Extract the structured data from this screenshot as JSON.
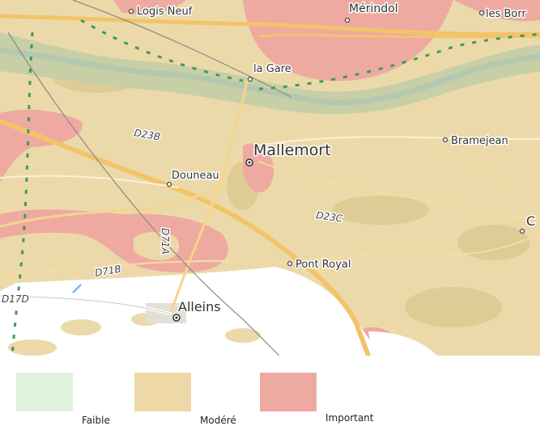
{
  "map": {
    "places": {
      "logis_neuf": "Logis Neuf",
      "merindol": "Mérindol",
      "les_borr": "les Borr",
      "la_gare": "la Gare",
      "mallemort": "Mallemort",
      "bramejean": "Bramejean",
      "douneau": "Douneau",
      "pont_royal": "Pont Royal",
      "alleins": "Alleins",
      "c_edge": "C"
    },
    "roads": {
      "d23b": "D23B",
      "d23c": "D23C",
      "d71a": "D71A",
      "d71b": "D71B",
      "d17d": "D17D"
    }
  },
  "legend": {
    "items": [
      {
        "label": "Faible",
        "color": "#dff3dc"
      },
      {
        "label": "Modéré",
        "color": "#eed8a8"
      },
      {
        "label": "Important",
        "color": "#eeaaa0"
      }
    ]
  }
}
